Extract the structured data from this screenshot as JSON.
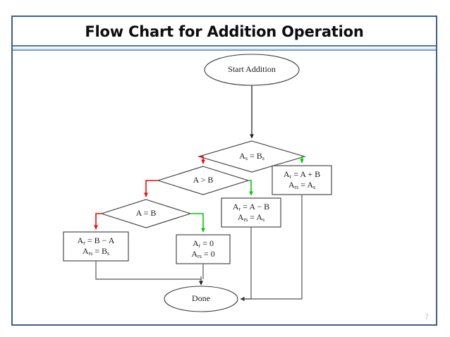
{
  "slide": {
    "title": "Flow Chart for Addition Operation",
    "page_number": "7",
    "frame_color": "#3d6085",
    "rule_color": "#6e9bcb"
  },
  "diagram": {
    "type": "flowchart",
    "shape_outline_color": "#333333",
    "connector_colors": {
      "default": "#333333",
      "false_branch": "#ff0000",
      "true_branch": "#00cc00"
    },
    "nodes": [
      {
        "id": "start",
        "shape": "ellipse",
        "line1": "Start Addition",
        "line2": ""
      },
      {
        "id": "cmp-sign",
        "shape": "diamond",
        "line1": "A<sub>s</sub> = B<sub>s</sub>",
        "line2": ""
      },
      {
        "id": "cmp-gt",
        "shape": "diamond",
        "line1": "A &gt; B",
        "line2": ""
      },
      {
        "id": "cmp-eq",
        "shape": "diamond",
        "line1": "A = B",
        "line2": ""
      },
      {
        "id": "add",
        "shape": "process",
        "line1": "A<sub>r</sub> = A + B",
        "line2": "A<sub>rs</sub> = A<sub>s</sub>"
      },
      {
        "id": "sub-ab",
        "shape": "process",
        "line1": "A<sub>r</sub> = A &minus; B",
        "line2": "A<sub>rs</sub> = A<sub>s</sub>"
      },
      {
        "id": "sub-ba",
        "shape": "process",
        "line1": "A<sub>r</sub> = B &minus; A",
        "line2": "A<sub>rs</sub> = B<sub>s</sub>"
      },
      {
        "id": "zero",
        "shape": "process",
        "line1": "A<sub>r</sub> = 0",
        "line2": "A<sub>rs</sub> = 0"
      },
      {
        "id": "done",
        "shape": "ellipse",
        "line1": "Done",
        "line2": ""
      }
    ],
    "labels": {
      "start": "Start Addition",
      "cmp_sign_l1": "As = Bs",
      "cmp_gt_l1": "A > B",
      "cmp_eq_l1": "A = B",
      "add_l1": "Ar = A + B",
      "add_l2": "Ars = As",
      "sub_ab_l1": "Ar = A − B",
      "sub_ab_l2": "Ars = As",
      "sub_ba_l1": "Ar = B − A",
      "sub_ba_l2": "Ars = Bs",
      "zero_l1": "Ar = 0",
      "zero_l2": "Ars = 0",
      "done": "Done"
    },
    "edges": [
      {
        "from": "start",
        "to": "cmp-sign",
        "color": "default"
      },
      {
        "from": "cmp-sign",
        "to": "cmp-gt",
        "color": "false_branch"
      },
      {
        "from": "cmp-sign",
        "to": "add",
        "color": "true_branch"
      },
      {
        "from": "cmp-gt",
        "to": "cmp-eq",
        "color": "false_branch"
      },
      {
        "from": "cmp-gt",
        "to": "sub-ab",
        "color": "true_branch"
      },
      {
        "from": "cmp-eq",
        "to": "sub-ba",
        "color": "false_branch"
      },
      {
        "from": "cmp-eq",
        "to": "zero",
        "color": "true_branch"
      },
      {
        "from": "sub-ba",
        "to": "done",
        "color": "default"
      },
      {
        "from": "zero",
        "to": "done",
        "color": "default"
      },
      {
        "from": "sub-ab",
        "to": "done",
        "color": "default"
      },
      {
        "from": "add",
        "to": "done",
        "color": "default"
      }
    ]
  }
}
